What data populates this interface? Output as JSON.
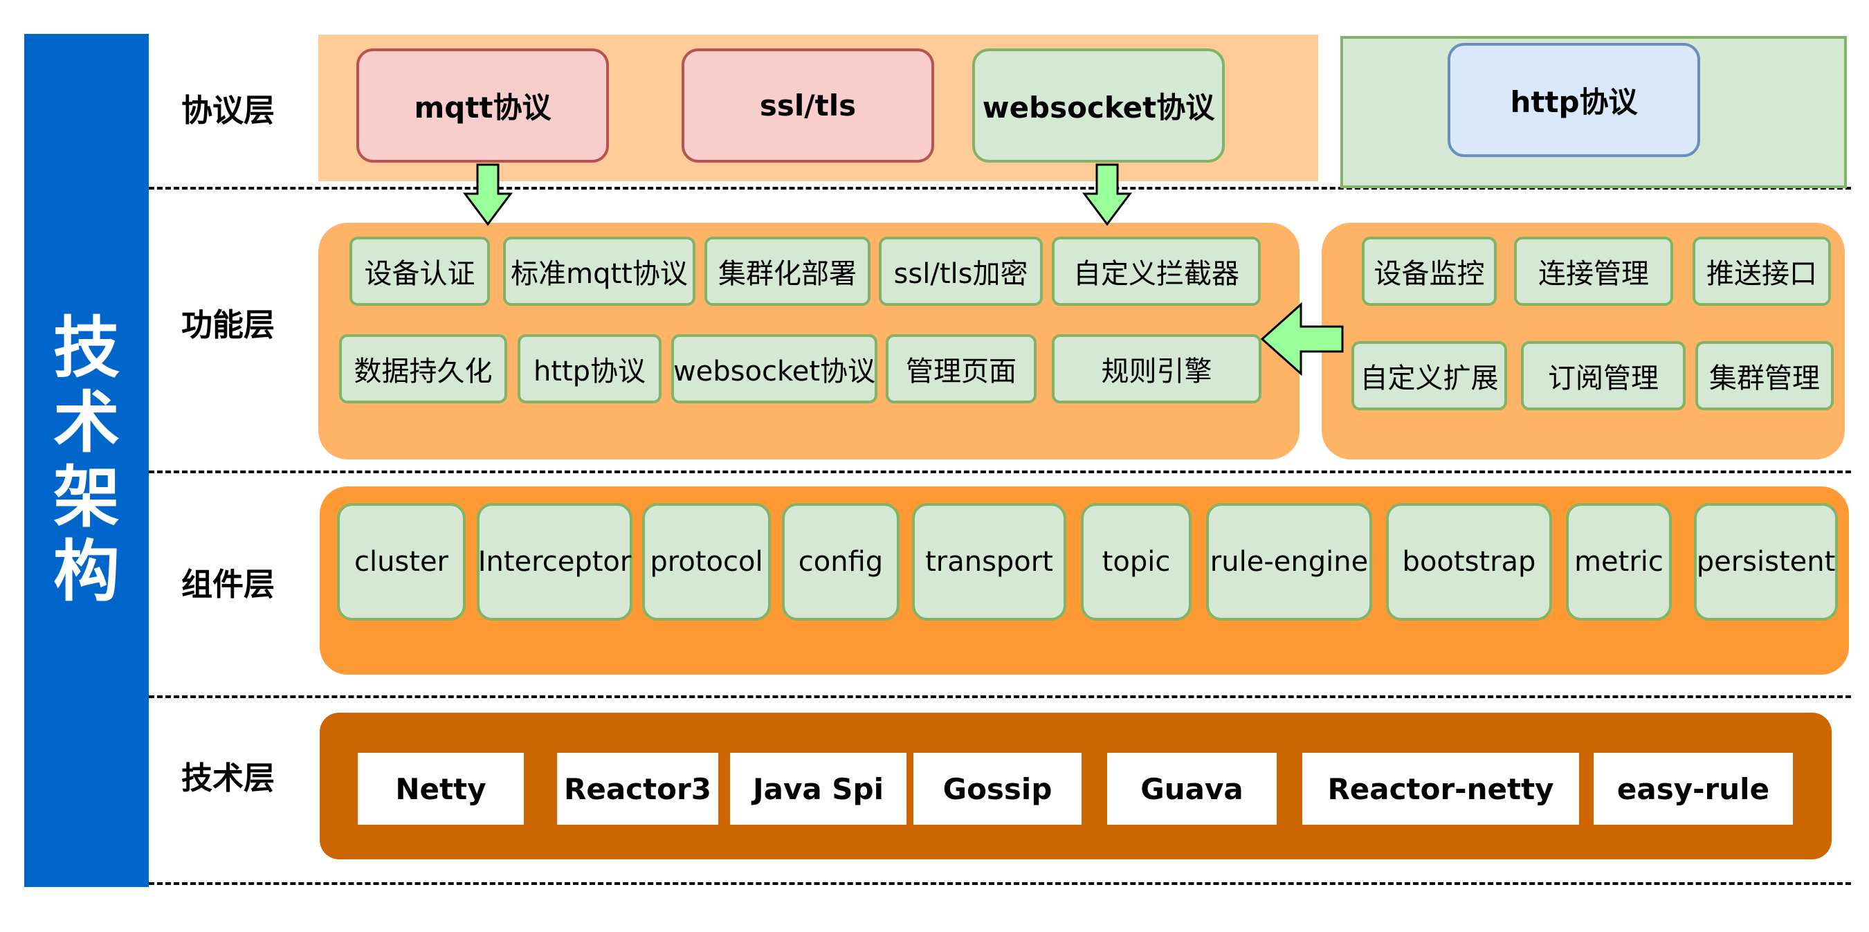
{
  "sidebar": {
    "title": "技术架构"
  },
  "layers": {
    "protocol": "协议层",
    "function": "功能层",
    "component": "组件层",
    "technology": "技术层"
  },
  "protocol_boxes": [
    "mqtt协议",
    "ssl/tls",
    "websocket协议",
    "http协议"
  ],
  "function_left_row1": [
    "设备认证",
    "标准mqtt协议",
    "集群化部署",
    "ssl/tls加密",
    "自定义拦截器"
  ],
  "function_left_row2": [
    "数据持久化",
    "http协议",
    "websocket协议",
    "管理页面",
    "规则引擎"
  ],
  "function_right_row1": [
    "设备监控",
    "连接管理",
    "推送接口"
  ],
  "function_right_row2": [
    "自定义扩展",
    "订阅管理",
    "集群管理"
  ],
  "components": [
    "cluster",
    "Interceptor",
    "protocol",
    "config",
    "transport",
    "topic",
    "rule-engine",
    "bootstrap",
    "metric",
    "persistent"
  ],
  "technologies": [
    "Netty",
    "Reactor3",
    "Java Spi",
    "Gossip",
    "Guava",
    "Reactor-netty",
    "easy-rule"
  ],
  "colors": {
    "sidebar": "#0066cc",
    "protocol_panel": "#ffcc99",
    "http_panel": "#d5e8d4",
    "function_panel": "#ffb366",
    "component_panel": "#ff9933",
    "technology_panel": "#cc6600",
    "arrow_fill": "#99ff99"
  }
}
